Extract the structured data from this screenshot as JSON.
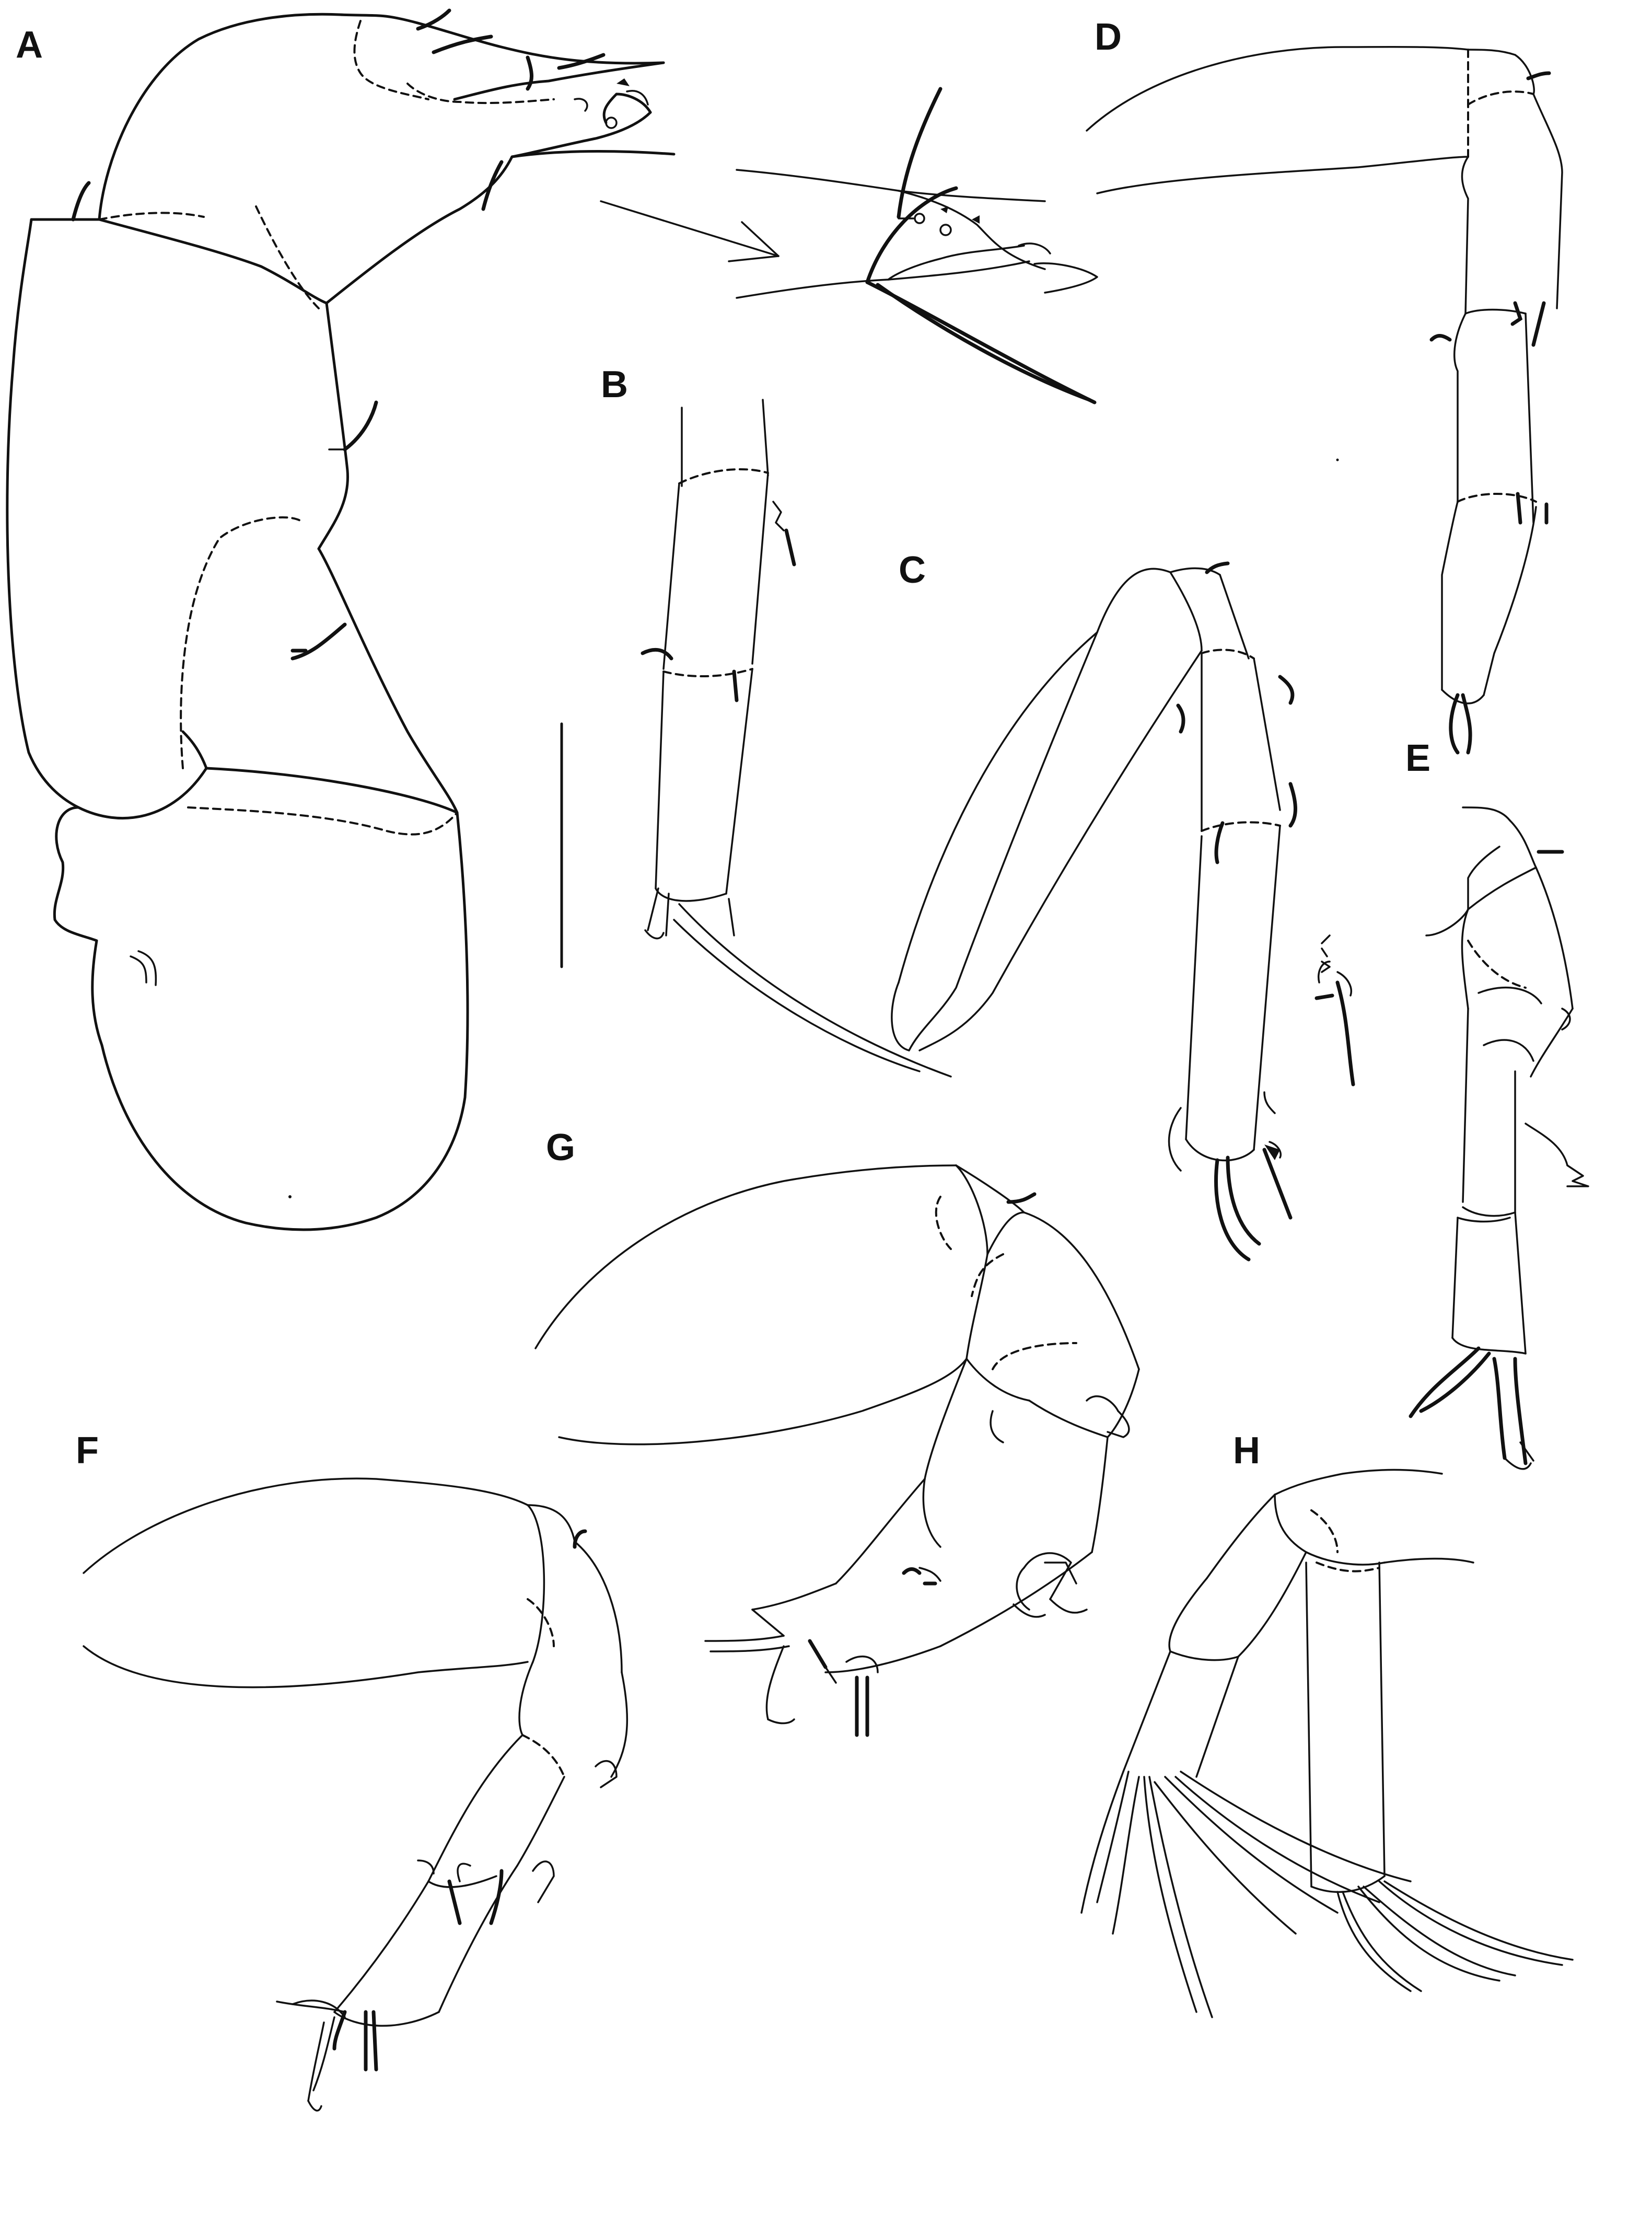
{
  "figure": {
    "panels": [
      {
        "id": "A",
        "label": "A"
      },
      {
        "id": "B",
        "label": "B"
      },
      {
        "id": "C",
        "label": "C"
      },
      {
        "id": "D",
        "label": "D"
      },
      {
        "id": "E",
        "label": "E"
      },
      {
        "id": "F",
        "label": "F"
      },
      {
        "id": "G",
        "label": "G"
      },
      {
        "id": "H",
        "label": "H"
      }
    ],
    "line_color": "#111111",
    "background": "#ffffff"
  }
}
